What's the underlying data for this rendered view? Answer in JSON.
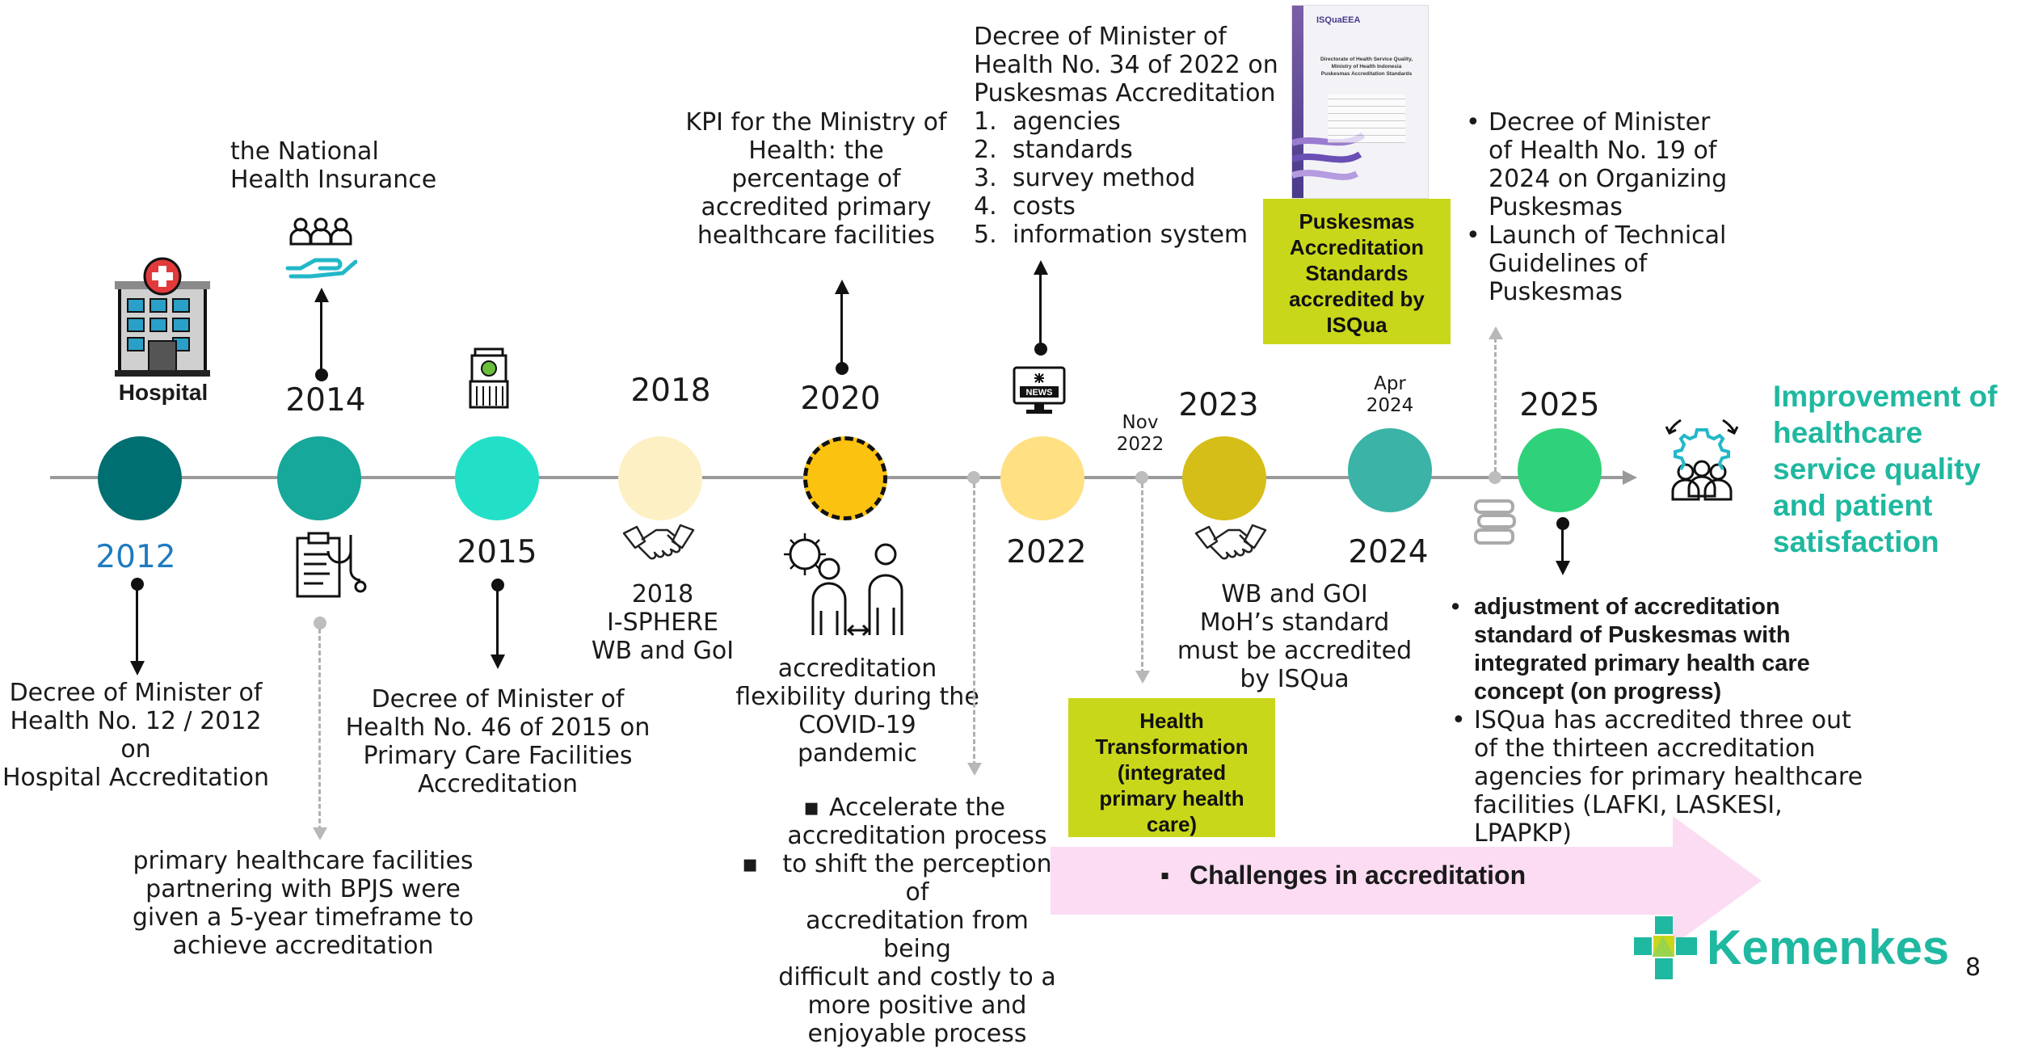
{
  "colors": {
    "dot_2012": "#006f72",
    "dot_2014": "#16a89a",
    "dot_2015": "#22e0c8",
    "dot_2018": "#fdf0c4",
    "dot_2020": "#fcc210",
    "dot_2022": "#ffe083",
    "dot_2023": "#d4be17",
    "dot_2024": "#3bb3a6",
    "dot_2025": "#2fd27a",
    "year_2012": "#1f7bbf",
    "outcome": "#1fb8a0",
    "highlight_box": "#c9d71a",
    "challenge_arrow": "#fbdcf2"
  },
  "timeline": {
    "years": {
      "y2012": "2012",
      "y2014": "2014",
      "y2015": "2015",
      "y2018": "2018",
      "y2020": "2020",
      "y2022": "2022",
      "nov2022": "Nov\n2022",
      "y2023": "2023",
      "apr2024": "Apr\n2024",
      "y2024": "2024",
      "y2025": "2025"
    }
  },
  "events": {
    "hospital_label": "Hospital",
    "nhi": "the National\nHealth Insurance",
    "decree_2012": "Decree of Minister of\nHealth No. 12 / 2012 on\nHospital Accreditation",
    "bpjs_timeframe": "primary healthcare facilities\npartnering with BPJS were\ngiven a 5-year timeframe to\nachieve accreditation",
    "decree_2015": "Decree of Minister of\nHealth No. 46 of 2015 on\nPrimary Care Facilities\nAccreditation",
    "isphere": "2018\nI-SPHERE\nWB and GoI",
    "kpi_2020": "KPI for the Ministry of\nHealth: the\npercentage of\naccredited primary\nhealthcare facilities",
    "covid_flex": "accreditation\nflexibility during the\nCOVID-19\npandemic",
    "decree_2022_title": "Decree of Minister of\nHealth No. 34 of 2022 on\nPuskesmas Accreditation",
    "decree_2022_items": [
      {
        "num": "1.",
        "text": "agencies"
      },
      {
        "num": "2.",
        "text": "standards"
      },
      {
        "num": "3.",
        "text": "survey method"
      },
      {
        "num": "4.",
        "text": "costs"
      },
      {
        "num": "5.",
        "text": "information system"
      }
    ],
    "accelerate_items": [
      "Accelerate the\naccreditation process",
      "to shift the perception of\naccreditation from being\ndifficult and costly to a\nmore positive and\nenjoyable process"
    ],
    "health_transformation": "Health\nTransformation\n(integrated\nprimary health\ncare)",
    "wb_goi_2023": "WB and GOI\nMoH’s standard\nmust be accredited\nby ISQua",
    "isqua_box": "Puskesmas\nAccreditation\nStandards\naccredited by\nISQua",
    "isqua_doc": {
      "brand": "ISQuaEEA",
      "title": "Directorate of Health Service Quality,\nMinistry of Health Indonesia\nPuskesmas Accreditation Standards"
    },
    "decree_2024_items": [
      "Decree of Minister\nof Health No. 19 of\n2024 on Organizing\nPuskesmas",
      "Launch of Technical\nGuidelines of\nPuskesmas"
    ],
    "items_2025": [
      {
        "text": "adjustment of accreditation\nstandard of Puskesmas with\nintegrated primary health care\nconcept (on progress)",
        "bold": true
      },
      {
        "text": "ISQua has accredited three out\nof the thirteen accreditation\nagencies for primary healthcare\nfacilities (LAFKI, LASKESI, LPAPKP)",
        "bold": false
      }
    ],
    "challenges": "Challenges in accreditation",
    "news_label": "NEWS"
  },
  "outcome": "Improvement of\nhealthcare\nservice quality\nand patient\nsatisfaction",
  "footer": {
    "brand": "Kemenkes",
    "page_number": "8"
  }
}
